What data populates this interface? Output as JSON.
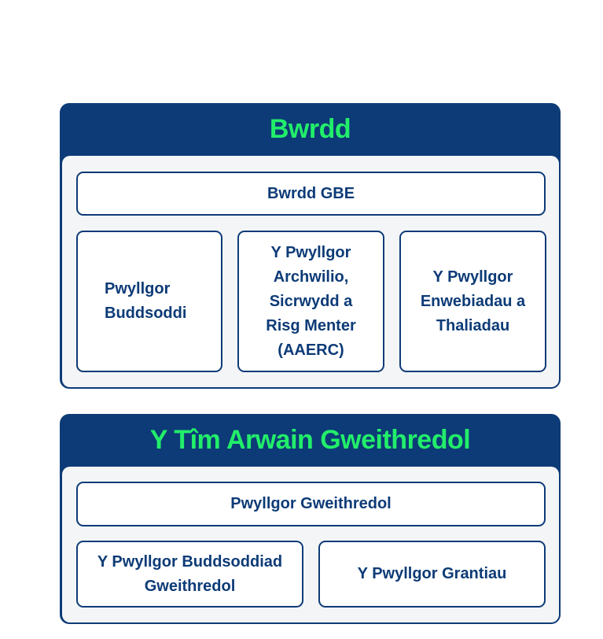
{
  "board_section": {
    "title": "Bwrdd",
    "top_box": "Bwrdd GBE",
    "committees": [
      "Pwyllgor Buddsoddi",
      "Y Pwyllgor Archwilio, Sicrwydd a Risg Menter (AAERC)",
      "Y Pwyllgor Enwebiadau a Thaliadau"
    ]
  },
  "executive_section": {
    "title": "Y Tîm Arwain Gweithredol",
    "top_box": "Pwyllgor Gweithredol",
    "committees": [
      "Y Pwyllgor Buddsoddiad Gweithredol",
      "Y Pwyllgor Grantiau"
    ]
  },
  "colors": {
    "panel_header": "#0d3b77",
    "title_text": "#22ee6a",
    "box_border": "#0d3b77",
    "box_text": "#0d3b77",
    "panel_body": "#f3f5f7"
  }
}
